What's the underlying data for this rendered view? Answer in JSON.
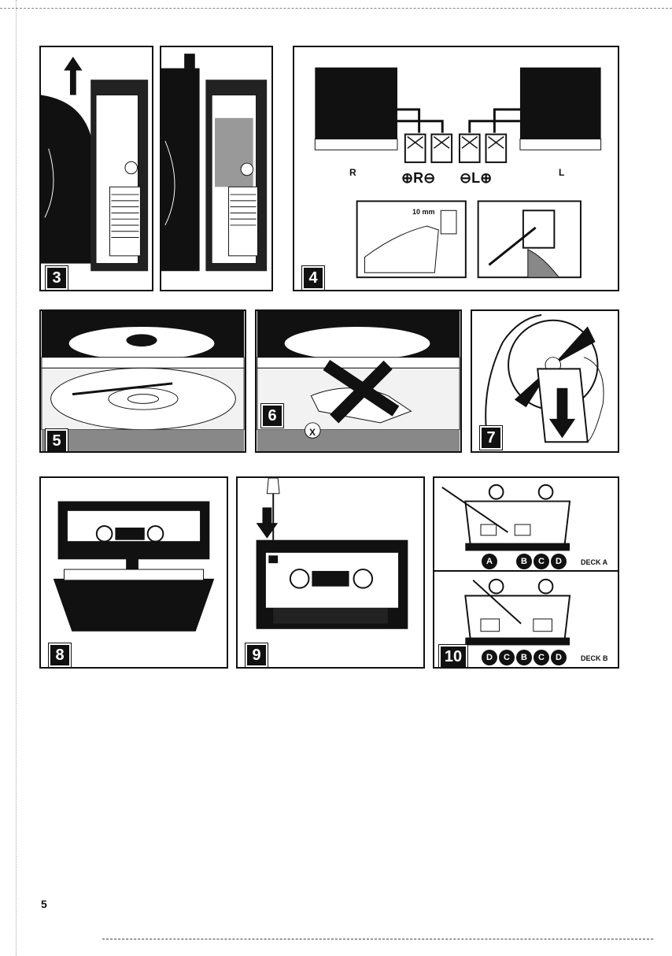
{
  "figures": [
    {
      "number": "3"
    },
    {
      "number": "4"
    },
    {
      "number": "5"
    },
    {
      "number": "6"
    },
    {
      "number": "7"
    },
    {
      "number": "8"
    },
    {
      "number": "9"
    },
    {
      "number": "10"
    }
  ],
  "fig4": {
    "speaker_right": "R",
    "speaker_left": "L",
    "terminal_labels_right": "⊕R⊖",
    "terminal_labels_left": "⊖L⊕",
    "strip_length": "10 mm"
  },
  "fig6": {
    "marker": "X"
  },
  "fig10": {
    "deck_a_label": "DECK A",
    "deck_b_label": "DECK B",
    "deck_a_points": [
      "A",
      "B",
      "C",
      "D"
    ],
    "deck_b_points": [
      "D",
      "C",
      "B",
      "C",
      "D"
    ]
  },
  "page_number": "5"
}
